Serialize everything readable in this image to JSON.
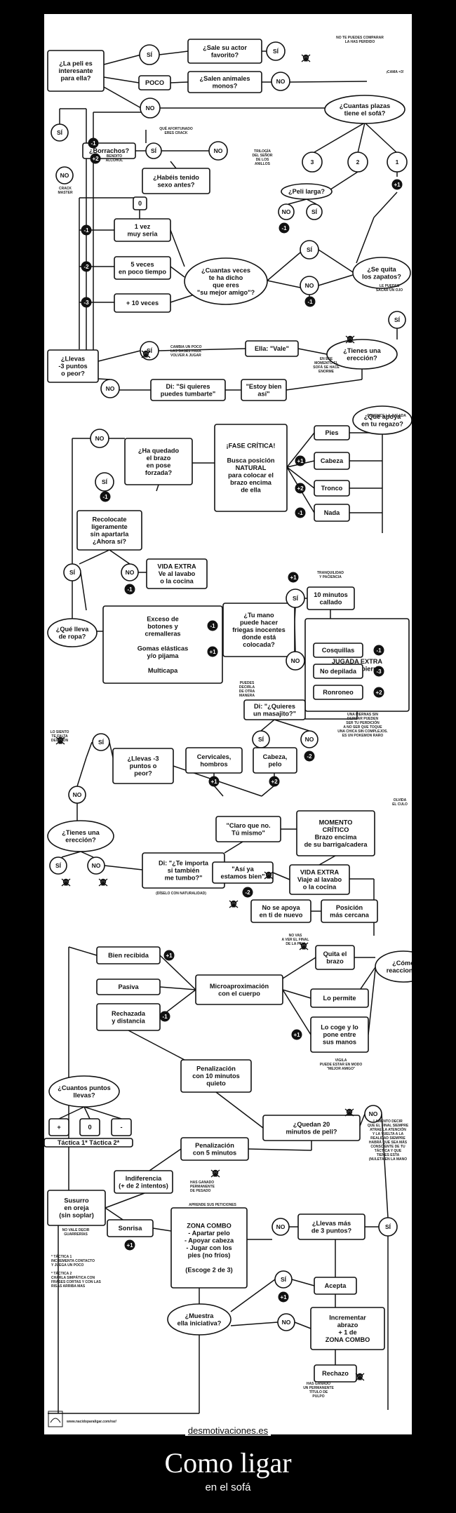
{
  "poster": {
    "title": "Como ligar",
    "subtitle": "en el sofá",
    "watermark": "desmotivaciones.es",
    "credit_url": "www.nacidoparaligar.com/rar/"
  },
  "nodes": [
    {
      "id": "q1",
      "lines": [
        "¿La peli es",
        "interesante",
        "para ella?"
      ]
    },
    {
      "id": "si1",
      "lines": [
        "SÍ"
      ]
    },
    {
      "id": "poco1",
      "lines": [
        "POCO"
      ]
    },
    {
      "id": "no1",
      "lines": [
        "NO"
      ]
    },
    {
      "id": "actor",
      "lines": [
        "¿Sale su actor",
        "favorito?"
      ]
    },
    {
      "id": "animales",
      "lines": [
        "¿Salen animales",
        "monos?"
      ]
    },
    {
      "id": "si_actor",
      "lines": [
        "SÍ"
      ]
    },
    {
      "id": "no_animales",
      "lines": [
        "NO"
      ]
    },
    {
      "id": "plazas",
      "lines": [
        "¿Cuantas plazas",
        "tiene el sofá?"
      ]
    },
    {
      "id": "n3",
      "lines": [
        "3"
      ]
    },
    {
      "id": "n2",
      "lines": [
        "2"
      ]
    },
    {
      "id": "n1",
      "lines": [
        "1"
      ]
    },
    {
      "id": "larga",
      "lines": [
        "¿Peli larga?"
      ]
    },
    {
      "id": "no_larga",
      "lines": [
        "NO"
      ]
    },
    {
      "id": "si_larga",
      "lines": [
        "SÍ"
      ]
    },
    {
      "id": "si_borr",
      "lines": [
        "SÍ"
      ]
    },
    {
      "id": "borrachos",
      "lines": [
        "¿Borrachos?"
      ]
    },
    {
      "id": "si_b2",
      "lines": [
        "SÍ"
      ]
    },
    {
      "id": "no_b",
      "lines": [
        "NO"
      ]
    },
    {
      "id": "no_b2",
      "lines": [
        "NO"
      ]
    },
    {
      "id": "sexo",
      "lines": [
        "¿Habéis tenido",
        "sexo antes?"
      ]
    },
    {
      "id": "zero",
      "lines": [
        "0"
      ]
    },
    {
      "id": "vez1",
      "lines": [
        "1 vez",
        "muy seria"
      ]
    },
    {
      "id": "vez5",
      "lines": [
        "5 veces",
        "en poco tiempo"
      ]
    },
    {
      "id": "vez10",
      "lines": [
        "+ 10 veces"
      ]
    },
    {
      "id": "amigo",
      "lines": [
        "¿Cuantas veces",
        "te ha dicho",
        "que eres",
        "\"su mejor amigo\"?"
      ]
    },
    {
      "id": "si_amigo",
      "lines": [
        "SÍ"
      ]
    },
    {
      "id": "no_amigo",
      "lines": [
        "NO"
      ]
    },
    {
      "id": "zapatos",
      "lines": [
        "¿Se quita",
        "los zapatos?"
      ]
    },
    {
      "id": "llevas1",
      "lines": [
        "¿Llevas",
        "-3 puntos",
        "o peor?"
      ]
    },
    {
      "id": "si_llevas1",
      "lines": [
        "SÍ"
      ]
    },
    {
      "id": "no_llevas1",
      "lines": [
        "NO"
      ]
    },
    {
      "id": "vale",
      "lines": [
        "Ella: \"Vale\""
      ]
    },
    {
      "id": "ereccion1",
      "lines": [
        "¿Tienes una",
        "erección?"
      ]
    },
    {
      "id": "si_erec1",
      "lines": [
        "SÍ"
      ]
    },
    {
      "id": "tumbarte",
      "lines": [
        "Di: \"Si quieres",
        "puedes tumbarte\""
      ]
    },
    {
      "id": "bien",
      "lines": [
        "\"Estoy bien",
        "así\""
      ]
    },
    {
      "id": "regazo",
      "lines": [
        "¿Qué apoya",
        "en tu regazo?"
      ]
    },
    {
      "id": "fase",
      "lines": [
        "¡FASE CRÍTICA!",
        "",
        "Busca posición",
        "NATURAL",
        "para colocar el",
        "brazo encima",
        "de ella"
      ]
    },
    {
      "id": "pies",
      "lines": [
        "Pies"
      ]
    },
    {
      "id": "cabeza",
      "lines": [
        "Cabeza"
      ]
    },
    {
      "id": "tronco",
      "lines": [
        "Tronco"
      ]
    },
    {
      "id": "nada",
      "lines": [
        "Nada"
      ]
    },
    {
      "id": "brazo",
      "lines": [
        "¿Ha quedado",
        "el brazo",
        "en pose",
        "forzada?"
      ]
    },
    {
      "id": "no_brazo",
      "lines": [
        "NO"
      ]
    },
    {
      "id": "si_brazo",
      "lines": [
        "SÍ"
      ]
    },
    {
      "id": "recoloca",
      "lines": [
        "Recolocate",
        "ligeramente",
        "sin apartarla",
        "¿Ahora sí?"
      ]
    },
    {
      "id": "si_rec",
      "lines": [
        "SÍ"
      ]
    },
    {
      "id": "no_rec",
      "lines": [
        "NO"
      ]
    },
    {
      "id": "vida1",
      "lines": [
        "VIDA EXTRA",
        "Ve al lavabo",
        "o la cocina"
      ]
    },
    {
      "id": "ropa",
      "lines": [
        "¿Qué lleva",
        "de ropa?"
      ]
    },
    {
      "id": "ropa_opts",
      "lines": [
        "Exceso de",
        "botones y",
        "cremalleras",
        "",
        "Gomas elásticas",
        "y/o pijama",
        "",
        "Multicapa"
      ]
    },
    {
      "id": "mano",
      "lines": [
        "¿Tu mano",
        "puede hacer",
        "friegas inocentes",
        "donde está",
        "colocada?"
      ]
    },
    {
      "id": "si_mano",
      "lines": [
        "SÍ"
      ]
    },
    {
      "id": "no_mano",
      "lines": [
        "NO"
      ]
    },
    {
      "id": "diez",
      "lines": [
        "10 minutos",
        "callado"
      ]
    },
    {
      "id": "jugada",
      "lines": [
        "JUGADA EXTRA",
        "Mano en pierna"
      ]
    },
    {
      "id": "cosq",
      "lines": [
        "Cosquillas"
      ]
    },
    {
      "id": "depilada",
      "lines": [
        "No depilada"
      ]
    },
    {
      "id": "ronroneo",
      "lines": [
        "Ronroneo"
      ]
    },
    {
      "id": "masaje",
      "lines": [
        "Di: \"¿Quieres",
        "un masajito?\""
      ]
    },
    {
      "id": "si_mas",
      "lines": [
        "SÍ"
      ]
    },
    {
      "id": "no_mas",
      "lines": [
        "NO"
      ]
    },
    {
      "id": "cervicales",
      "lines": [
        "Cervicales,",
        "hombros"
      ]
    },
    {
      "id": "cabeza2",
      "lines": [
        "Cabeza,",
        "pelo"
      ]
    },
    {
      "id": "llevas2",
      "lines": [
        "¿Llevas -3",
        "puntos o",
        "peor?"
      ]
    },
    {
      "id": "si_llevas2",
      "lines": [
        "SÍ"
      ]
    },
    {
      "id": "no_llevas2",
      "lines": [
        "NO"
      ]
    },
    {
      "id": "ereccion2",
      "lines": [
        "¿Tienes una",
        "erección?"
      ]
    },
    {
      "id": "si_erec2",
      "lines": [
        "SÍ"
      ]
    },
    {
      "id": "no_erec2",
      "lines": [
        "NO"
      ]
    },
    {
      "id": "claro",
      "lines": [
        "\"Claro que no.",
        "Tú mismo\""
      ]
    },
    {
      "id": "momento",
      "lines": [
        "MOMENTO",
        "CRÍTICO",
        "Brazo encima",
        "de su barriga/cadera"
      ]
    },
    {
      "id": "importa",
      "lines": [
        "Di: \"¿Te importa",
        "si también",
        "me tumbo?\""
      ]
    },
    {
      "id": "asi",
      "lines": [
        "\"Así ya",
        "estamos bien\""
      ]
    },
    {
      "id": "vida2",
      "lines": [
        "VIDA EXTRA",
        "Viaje al lavabo",
        "o la cocina"
      ]
    },
    {
      "id": "noapoya",
      "lines": [
        "No se apoya",
        "en ti de nuevo"
      ]
    },
    {
      "id": "cercana",
      "lines": [
        "Posición",
        "más cercana"
      ]
    },
    {
      "id": "recibida",
      "lines": [
        "Bien recibida"
      ]
    },
    {
      "id": "pasiva",
      "lines": [
        "Pasiva"
      ]
    },
    {
      "id": "micro",
      "lines": [
        "Microaproximación",
        "con el cuerpo"
      ]
    },
    {
      "id": "rechazada",
      "lines": [
        "Rechazada",
        "y distancia"
      ]
    },
    {
      "id": "quita",
      "lines": [
        "Quita el",
        "brazo"
      ]
    },
    {
      "id": "reacciona",
      "lines": [
        "¿Cómo",
        "reacciona?"
      ]
    },
    {
      "id": "permite",
      "lines": [
        "Lo permite"
      ]
    },
    {
      "id": "coge",
      "lines": [
        "Lo coge y lo",
        "pone entre",
        "sus manos"
      ]
    },
    {
      "id": "puntos",
      "lines": [
        "¿Cuantos puntos",
        "llevas?"
      ]
    },
    {
      "id": "plus",
      "lines": [
        "+"
      ]
    },
    {
      "id": "cero",
      "lines": [
        "0"
      ]
    },
    {
      "id": "minus",
      "lines": [
        "-"
      ]
    },
    {
      "id": "tact",
      "lines": [
        "Táctica 1*  Táctica 2*"
      ]
    },
    {
      "id": "pen10",
      "lines": [
        "Penalización",
        "con 10 minutos",
        "quieto"
      ]
    },
    {
      "id": "quedan",
      "lines": [
        "¿Quedan 20",
        "minutos de peli?"
      ]
    },
    {
      "id": "no_quedan",
      "lines": [
        "NO"
      ]
    },
    {
      "id": "pen5",
      "lines": [
        "Penalización",
        "con 5 minutos"
      ]
    },
    {
      "id": "indif",
      "lines": [
        "Indiferencia",
        "(+ de 2 intentos)"
      ]
    },
    {
      "id": "susurro",
      "lines": [
        "Susurro",
        "en oreja",
        "(sin soplar)"
      ]
    },
    {
      "id": "sonrisa",
      "lines": [
        "Sonrisa"
      ]
    },
    {
      "id": "zona",
      "lines": [
        "ZONA COMBO",
        "- Apartar pelo",
        "- Apoyar cabeza",
        "- Jugar con los",
        "pies (no fríos)",
        "",
        "(Escoge 2 de 3)"
      ]
    },
    {
      "id": "no_zona",
      "lines": [
        "NO"
      ]
    },
    {
      "id": "llevas3",
      "lines": [
        "¿Llevas más",
        "de 3 puntos?"
      ]
    },
    {
      "id": "si_llevas3",
      "lines": [
        "SÍ"
      ]
    },
    {
      "id": "acepta",
      "lines": [
        "Acepta"
      ]
    },
    {
      "id": "si_ini",
      "lines": [
        "SÍ"
      ]
    },
    {
      "id": "iniciativa",
      "lines": [
        "¿Muestra",
        "ella iniciativa?"
      ]
    },
    {
      "id": "no_ini",
      "lines": [
        "NO"
      ]
    },
    {
      "id": "incrementar",
      "lines": [
        "Incrementar",
        "abrazo",
        "+ 1 de",
        "ZONA COMBO"
      ]
    },
    {
      "id": "rechazo",
      "lines": [
        "Rechazo"
      ]
    }
  ],
  "badges": [
    {
      "id": "b_borr",
      "label": "-1"
    },
    {
      "id": "b_no",
      "label": "+2"
    },
    {
      "id": "b_vez1",
      "label": "-1"
    },
    {
      "id": "b_vez5",
      "label": "-2"
    },
    {
      "id": "b_vez10",
      "label": "-3"
    },
    {
      "id": "b_n1",
      "label": "+1"
    },
    {
      "id": "b_larga",
      "label": "-1"
    },
    {
      "id": "b_amigo",
      "label": "-1"
    },
    {
      "id": "b_cabeza",
      "label": "+1"
    },
    {
      "id": "b_tronco",
      "label": "+2"
    },
    {
      "id": "b_nada",
      "label": "-1"
    },
    {
      "id": "b_brazo",
      "label": "-1"
    },
    {
      "id": "b_vida1",
      "label": "-1"
    },
    {
      "id": "b_ropa1",
      "label": "-1"
    },
    {
      "id": "b_ropa2",
      "label": "+1"
    },
    {
      "id": "b_diez",
      "label": "+1"
    },
    {
      "id": "b_cosq",
      "label": "-1"
    },
    {
      "id": "b_dep",
      "label": "-3"
    },
    {
      "id": "b_ron",
      "label": "+2"
    },
    {
      "id": "b_nomas",
      "label": "-2"
    },
    {
      "id": "b_cerv",
      "label": "+1"
    },
    {
      "id": "b_cab2",
      "label": "+2"
    },
    {
      "id": "b_asi",
      "label": "-2"
    },
    {
      "id": "b_recib",
      "label": "+1"
    },
    {
      "id": "b_rech",
      "label": "-1"
    },
    {
      "id": "b_coge",
      "label": "+1"
    },
    {
      "id": "b_sonr",
      "label": "+1"
    },
    {
      "id": "b_ini",
      "label": "+1"
    }
  ],
  "notes": [
    {
      "id": "nt1",
      "lines": [
        "NO TE PUEDES COMPARAR",
        "LA HAS PERDIDO"
      ]
    },
    {
      "id": "nt2",
      "lines": [
        "¡CAMA =3!"
      ]
    },
    {
      "id": "nt3",
      "lines": [
        "QUÉ AFORTUNADO",
        "ERES CRACK"
      ]
    },
    {
      "id": "nt4",
      "lines": [
        "BENDITO",
        "ALCOHOL"
      ]
    },
    {
      "id": "nt5",
      "lines": [
        "CRACK",
        "MASTER"
      ]
    },
    {
      "id": "nt6",
      "lines": [
        "TRILOGÍA",
        "DEL SEÑOR",
        "DE LOS",
        "ANILLOS"
      ]
    },
    {
      "id": "nt7",
      "lines": [
        "LE PUEDES",
        "SACAR UN OJO"
      ]
    },
    {
      "id": "nt8",
      "lines": [
        "CAMBIA UN POCO",
        "LAS BASES PARA",
        "VOLVER A JUGAR"
      ]
    },
    {
      "id": "nt9",
      "lines": [
        "EN ESE",
        "MOMENTO EL",
        "SOFÁ SE HACE",
        "ENORME"
      ]
    },
    {
      "id": "nt10",
      "lines": [
        "CONDUCE LA JUGADA"
      ]
    },
    {
      "id": "nt11",
      "lines": [
        "TRANQUILIDAD",
        "Y PACIENCIA"
      ]
    },
    {
      "id": "nt12",
      "lines": [
        "PUEDES",
        "DECIRLA",
        "DE OTRA",
        "MANERA"
      ]
    },
    {
      "id": "nt13",
      "lines": [
        "UNA PIERNAS SIN",
        "DEPILAR PUEDEN",
        "SER TU PERDICIÓN",
        "A NO SER QUE TOQUE",
        "UNA CHICA SIN COMPLEJOS.",
        "ES UN POKEMON RARO"
      ]
    },
    {
      "id": "nt14",
      "lines": [
        "LO SIENTO",
        "TE FALTA",
        "DECISIÓN"
      ]
    },
    {
      "id": "nt15",
      "lines": [
        "OLVIDA",
        "EL CULO"
      ]
    },
    {
      "id": "nt16",
      "lines": [
        "(DÍSELO CON NATURALIDAD)"
      ]
    },
    {
      "id": "nt17",
      "lines": [
        "NO VAS",
        "A VER EL FINAL",
        "DE LA PELI"
      ]
    },
    {
      "id": "nt18",
      "lines": [
        "VIGILA",
        "PUEDE ESTAR EN MODO",
        "\"MEJOR AMIGO\""
      ]
    },
    {
      "id": "nt19",
      "lines": [
        "LAMENTO DECIR",
        "QUE EL FINAL SIEMPRE",
        "ATRAE LA ATENCIÓN",
        "Y LA VUELTA A LA",
        "REALIDAD SIEMPRE",
        "HABRÁ QUE SEA MÁS",
        "CONSCIENTE DE TU",
        "TÁCTICA Y QUE",
        "TIENES ESTA",
        "(NULETA EN LA MANO"
      ]
    },
    {
      "id": "nt20",
      "lines": [
        "HAS GANADO",
        "PERMANENTE",
        "DE PESADO"
      ]
    },
    {
      "id": "nt21",
      "lines": [
        "NO VALE DECIR",
        "GUARRERÍAS"
      ]
    },
    {
      "id": "nt22",
      "lines": [
        "APRENDE SUS PETICIONES"
      ]
    },
    {
      "id": "nt23",
      "lines": [
        "* TÁCTICA 1",
        "INCREMENTA CONTACTO",
        "Y JUEGA UN POCO",
        "",
        "* TÁCTICA 2",
        "CHARLA SIMPÁTICA CON",
        "FRASES CORTAS Y CON LAS",
        "RISAS ARRIBA MAS"
      ]
    },
    {
      "id": "nt24",
      "lines": [
        "HAS GANADO",
        "UN PERMANENTE",
        "TÍTULO DE",
        "PULPO"
      ]
    }
  ]
}
